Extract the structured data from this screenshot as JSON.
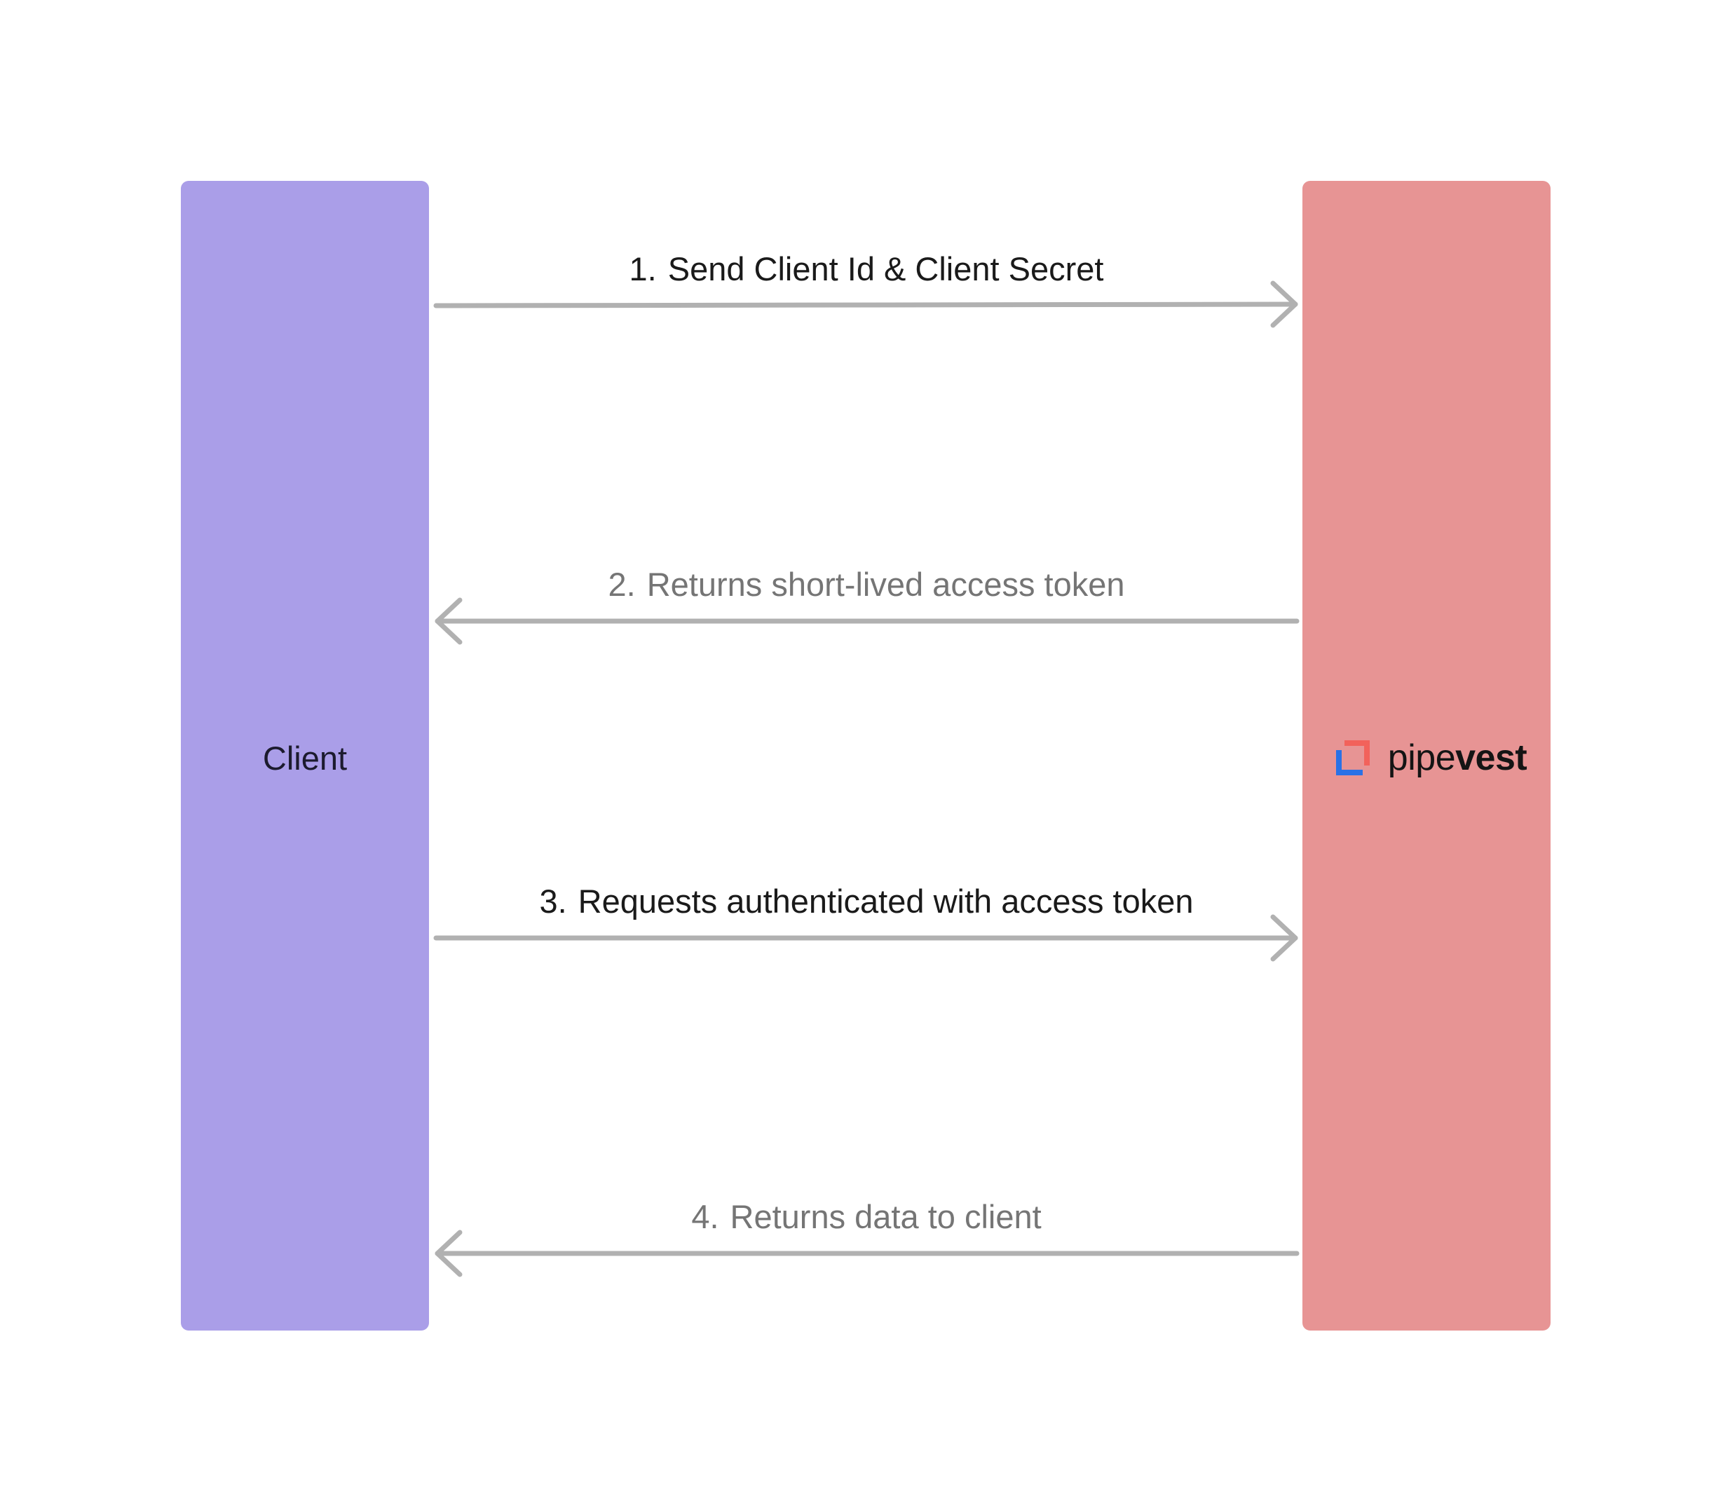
{
  "colors": {
    "client_lane": "#aa9ee8",
    "server_lane": "#e79494",
    "arrow": "#b1b1b1",
    "logo_red": "#f2625b",
    "logo_blue": "#2a71e6"
  },
  "lanes": {
    "client": {
      "label": "Client"
    },
    "server": {
      "logo_light": "pipe",
      "logo_bold": "vest",
      "logo_icon": "pipevest-logo-icon"
    }
  },
  "messages": [
    {
      "num": "1.",
      "text": "Send Client Id & Client Secret",
      "direction": "right",
      "tone": "dark"
    },
    {
      "num": "2.",
      "text": "Returns short-lived access token",
      "direction": "left",
      "tone": "muted"
    },
    {
      "num": "3.",
      "text": "Requests authenticated with access token",
      "direction": "right",
      "tone": "dark"
    },
    {
      "num": "4.",
      "text": "Returns data to client",
      "direction": "left",
      "tone": "muted"
    }
  ]
}
